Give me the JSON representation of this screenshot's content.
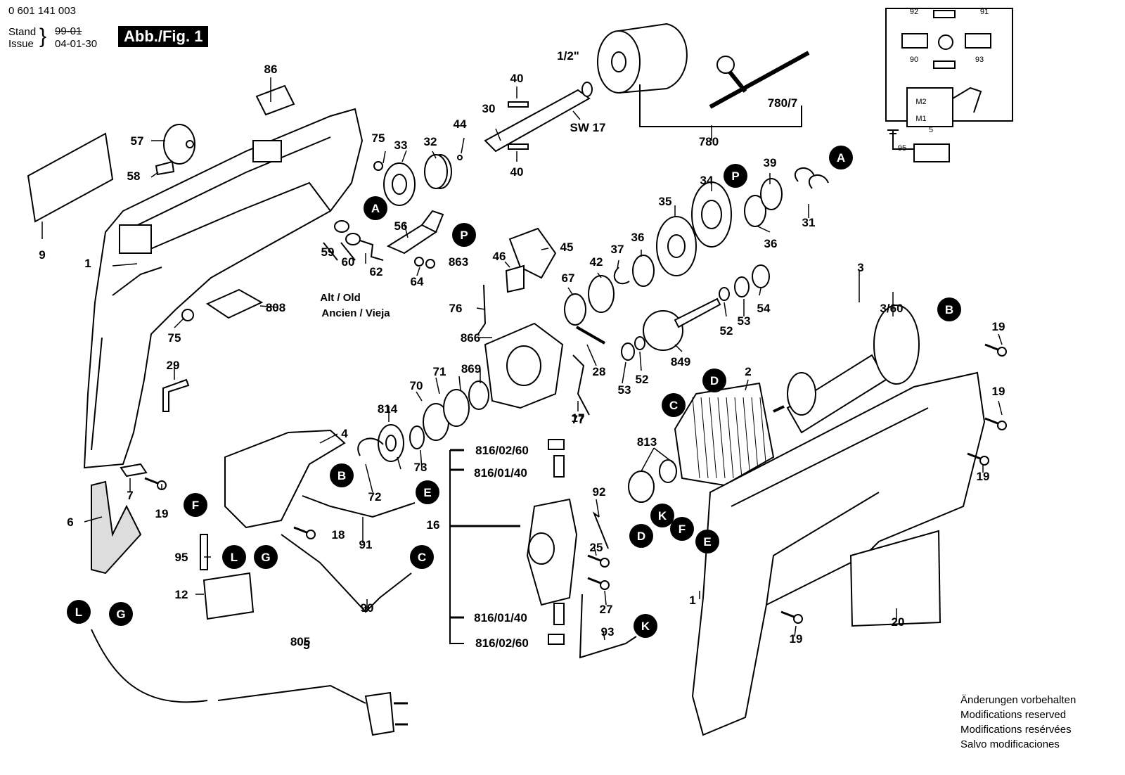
{
  "header": {
    "doc_number": "0 601 141 003",
    "stand_label": "Stand",
    "issue_label": "Issue",
    "old_date": "99-01",
    "issue_date": "04-01-30",
    "figure_label": "Abb./Fig. 1"
  },
  "footer_notes": [
    "Änderungen vorbehalten",
    "Modifications reserved",
    "Modifications resérvées",
    "Salvo modificaciones"
  ],
  "old_parts_note": [
    "Alt / Old",
    "Ancien / Vieja"
  ],
  "part_labels": [
    "1",
    "1",
    "2",
    "3",
    "3/60",
    "4",
    "5",
    "6",
    "7",
    "9",
    "12",
    "16",
    "17",
    "18",
    "19",
    "19",
    "19",
    "19",
    "19",
    "20",
    "25",
    "27",
    "28",
    "29",
    "30",
    "31",
    "32",
    "33",
    "34",
    "35",
    "36",
    "36",
    "37",
    "39",
    "40",
    "40",
    "42",
    "44",
    "45",
    "46",
    "52",
    "52",
    "53",
    "53",
    "54",
    "56",
    "57",
    "58",
    "59",
    "60",
    "62",
    "64",
    "67",
    "70",
    "71",
    "72",
    "73",
    "75",
    "75",
    "76",
    "77",
    "86",
    "90",
    "91",
    "92",
    "93",
    "95",
    "780",
    "780/7",
    "805",
    "808",
    "813",
    "814",
    "816/02/60",
    "816/01/40",
    "816/01/40",
    "816/02/60",
    "849",
    "863",
    "866",
    "869"
  ],
  "chuck_size": "1/2\"",
  "wrench_size": "SW 17",
  "callouts": [
    "A",
    "A",
    "P",
    "P",
    "B",
    "B",
    "C",
    "C",
    "D",
    "D",
    "E",
    "E",
    "F",
    "F",
    "G",
    "G",
    "K",
    "K",
    "L",
    "L"
  ],
  "circuit_labels": [
    "92",
    "91",
    "90",
    "93",
    "M2",
    "M1",
    "5",
    "95"
  ]
}
